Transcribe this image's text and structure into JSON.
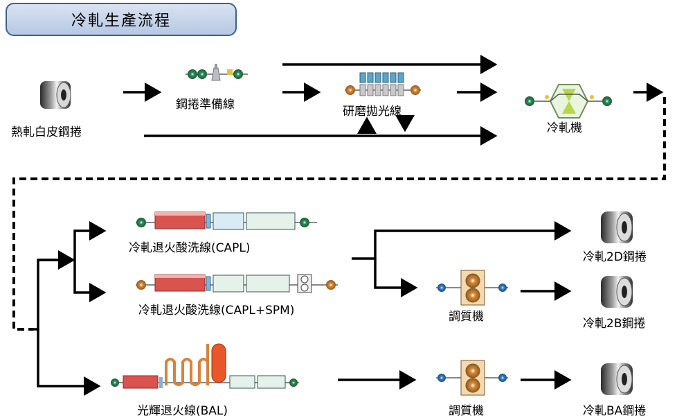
{
  "title": "冷軋生產流程",
  "nodes": {
    "hot_coil": "熱軋白皮鋼捲",
    "coil_prep": "鋼捲準備線",
    "grinding": "研磨拋光線",
    "cold_mill": "冷軋機",
    "capl": "冷軋退火酸洗線(CAPL)",
    "capl_spm": "冷軋退火酸洗線(CAPL+SPM)",
    "bal": "光輝退火線(BAL)",
    "temper_1": "調質機",
    "temper_2": "調質機",
    "out_2d": "冷軋2D鋼捲",
    "out_2b": "冷軋2B鋼捲",
    "out_ba": "冷軋BA鋼捲"
  },
  "icons": {
    "coil": "steel-coil-icon",
    "prep": "coil-prep-line-icon",
    "grind": "grinding-line-icon",
    "mill": "cold-mill-icon",
    "furnace": "annealing-pickling-line-icon",
    "bright": "bright-annealing-line-icon",
    "temper": "temper-mill-icon"
  },
  "colors": {
    "title_border": "#3d5f8f",
    "title_fill": "#c6d4ea",
    "furnace_red": "#d9534f",
    "tower_orange": "#e8562a",
    "green_roll": "#2e8b57",
    "temper_orange": "#f0a030",
    "temper_blue": "#3a7fc1"
  }
}
